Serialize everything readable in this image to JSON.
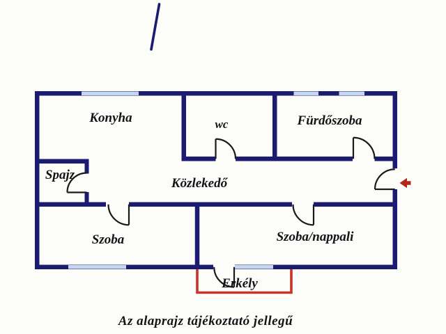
{
  "caption": "Az alaprajz tájékoztató jellegű",
  "rooms": {
    "konyha": "Konyha",
    "wc": "wc",
    "furdoszoba": "Fürdőszoba",
    "spajz": "Spajz",
    "kozlekedo": "Közlekedő",
    "szoba": "Szoba",
    "szoba_nappali": "Szoba/nappali",
    "erkely": "Erkély"
  },
  "icons": {
    "entrance_arrow": "left-arrow-icon",
    "north_line": "diagonal-needle-icon"
  },
  "colors": {
    "wall": "#1b1b72",
    "window": "#c3d7ee",
    "balcony": "#c8342c",
    "entrance_arrow": "#b3261a",
    "door_line": "#1a1a1a",
    "text": "#131318",
    "background": "#fcfcf9"
  }
}
